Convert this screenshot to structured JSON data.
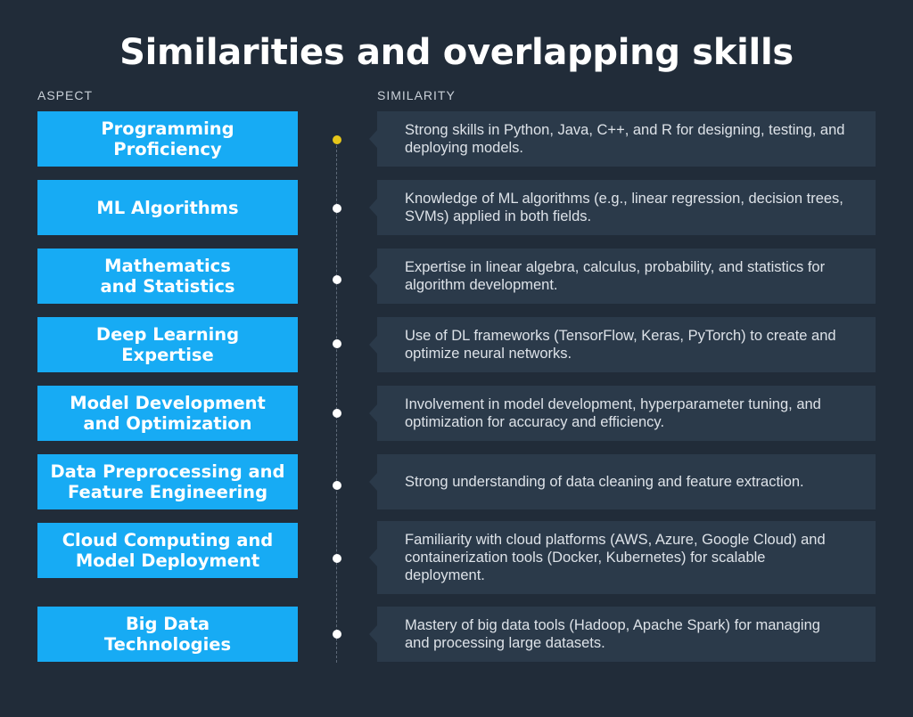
{
  "title": "Similarities and overlapping skills",
  "headers": {
    "aspect": "ASPECT",
    "similarity": "SIMILARITY"
  },
  "colors": {
    "background": "#212c39",
    "aspect_box": "#17abf4",
    "card": "#2b3a4a",
    "active_dot": "#e6c619",
    "dot": "#ffffff"
  },
  "rows": [
    {
      "aspect": "Programming\nProficiency",
      "similarity": "Strong skills in Python, Java, C++, and R for designing, testing, and deploying models.",
      "active": true
    },
    {
      "aspect": "ML Algorithms",
      "similarity": "Knowledge of ML algorithms (e.g., linear regression, decision trees, SVMs) applied in both fields."
    },
    {
      "aspect": "Mathematics\nand Statistics",
      "similarity": "Expertise in linear algebra, calculus, probability, and statistics for algorithm development."
    },
    {
      "aspect": "Deep Learning\nExpertise",
      "similarity": "Use of DL frameworks (TensorFlow, Keras, PyTorch) to create and optimize neural networks."
    },
    {
      "aspect": "Model Development\nand Optimization",
      "similarity": "Involvement in model development, hyperparameter tuning, and optimization for accuracy and efficiency."
    },
    {
      "aspect": "Data Preprocessing and\nFeature Engineering",
      "similarity": "Strong understanding of data cleaning and feature extraction."
    },
    {
      "aspect": "Cloud Computing and\nModel Deployment",
      "similarity": "Familiarity with cloud platforms (AWS, Azure, Google Cloud) and containerization tools (Docker, Kubernetes) for scalable deployment."
    },
    {
      "aspect": "Big Data\nTechnologies",
      "similarity": "Mastery of big data tools (Hadoop, Apache Spark) for managing and processing large datasets."
    }
  ]
}
